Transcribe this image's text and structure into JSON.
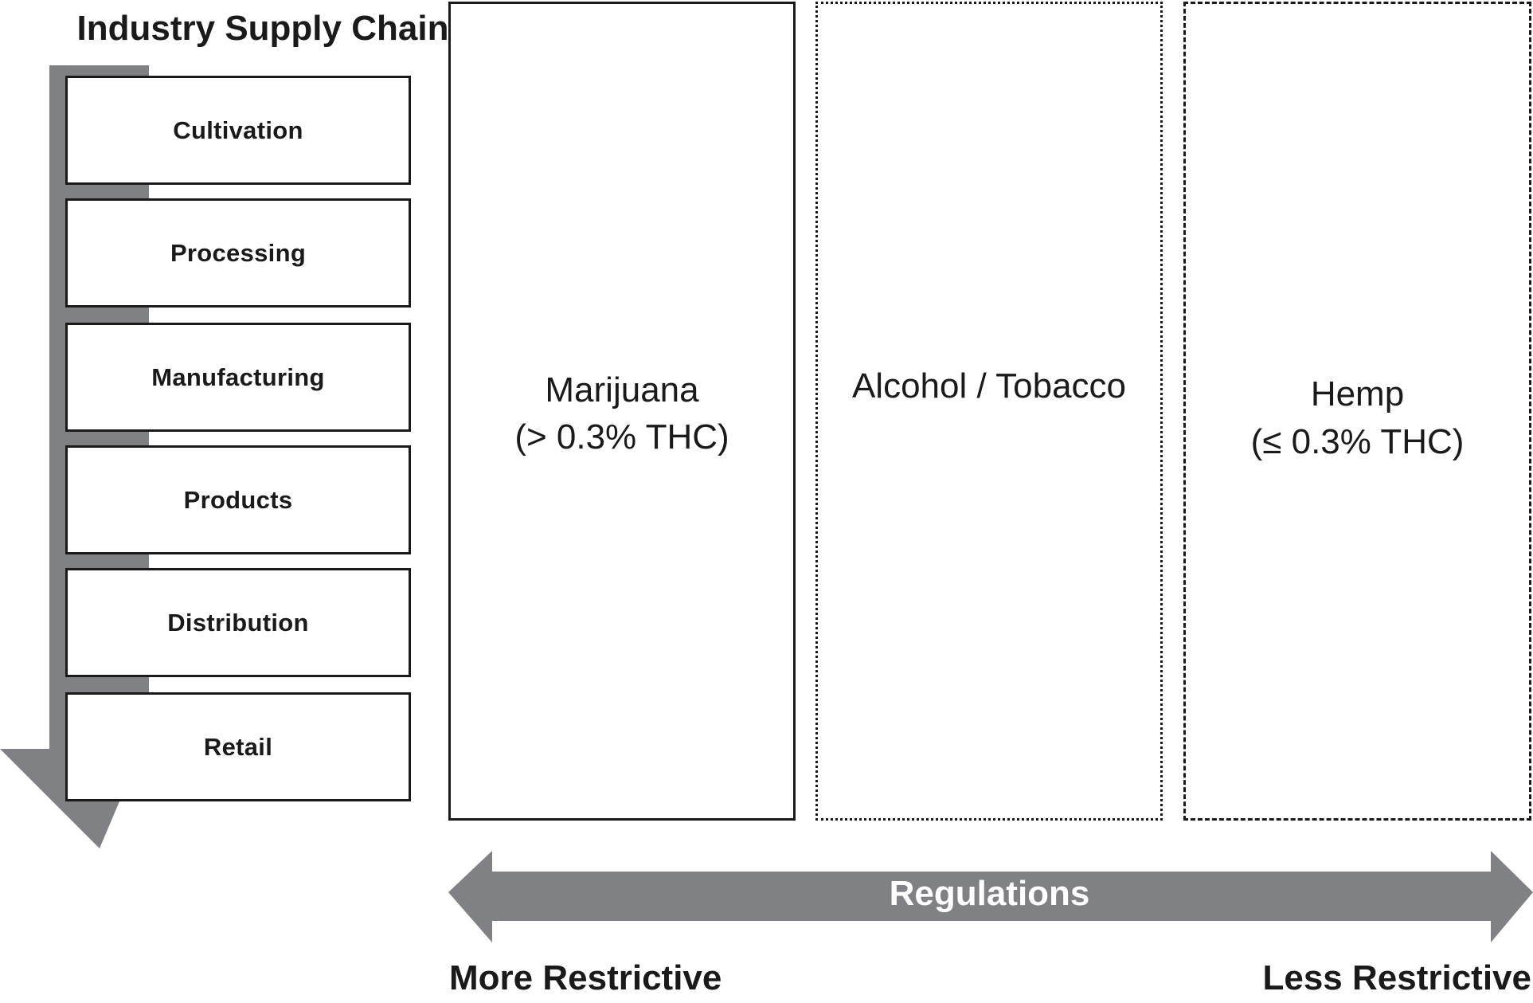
{
  "supply_chain": {
    "title": "Industry Supply Chain",
    "stages": [
      "Cultivation",
      "Processing",
      "Manufacturing",
      "Products",
      "Distribution",
      "Retail"
    ]
  },
  "categories": {
    "marijuana": {
      "name": "Marijuana",
      "threshold": "(> 0.3% THC)"
    },
    "alcohol_tobacco": {
      "name": "Alcohol / Tobacco"
    },
    "hemp": {
      "name": "Hemp",
      "threshold": "(≤ 0.3% THC)"
    }
  },
  "regulations": {
    "label": "Regulations",
    "left_end": "More Restrictive",
    "right_end": "Less Restrictive"
  },
  "colors": {
    "arrow_gray": "#808185",
    "stroke": "#1a1a1a"
  }
}
